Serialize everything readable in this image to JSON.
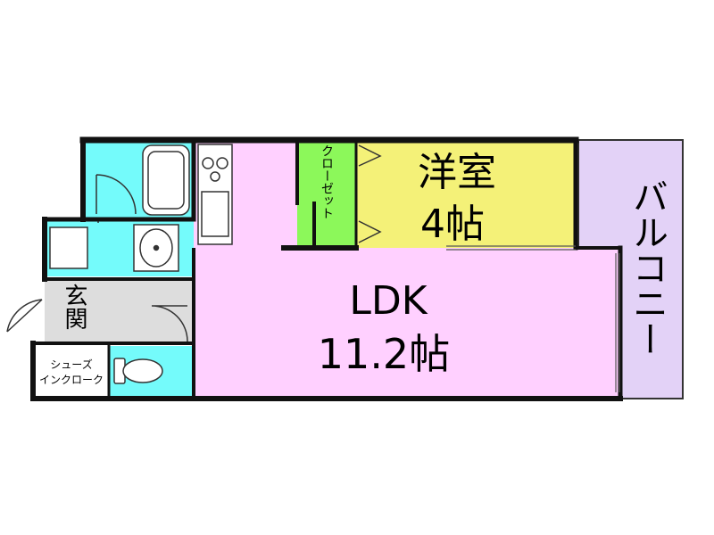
{
  "rooms": {
    "ldk": {
      "name": "LDK",
      "size": "11.2帖"
    },
    "western": {
      "name": "洋室",
      "size": "4帖"
    },
    "closet": {
      "name": "クローゼット"
    },
    "balcony": {
      "name": "バルコニー"
    },
    "entrance": {
      "name": "玄関"
    },
    "shoe_closet": {
      "line1": "シューズ",
      "line2": "インクローク"
    }
  },
  "colors": {
    "ldk": "#ffd0ff",
    "western": "#f4f178",
    "closet": "#8cf85a",
    "balcony": "#e3d2f7",
    "water": "#74fbfb",
    "entrance": "#dddddd",
    "wall": "#111111"
  }
}
